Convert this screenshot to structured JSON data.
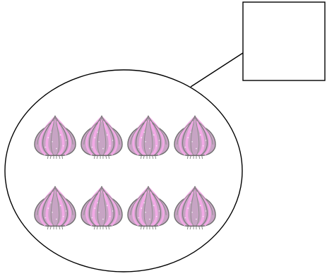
{
  "diagram": {
    "group_label": "",
    "item": {
      "name": "onion-icon",
      "count": 8,
      "rows": 2,
      "per_row": 4
    },
    "answer_box": {
      "value": ""
    },
    "colors": {
      "outline": "#000000",
      "onion_base": "#c7a4c4",
      "onion_highlight": "#f2a9e6",
      "onion_stroke": "#6e6e6e",
      "root": "#8a8a8a"
    }
  }
}
